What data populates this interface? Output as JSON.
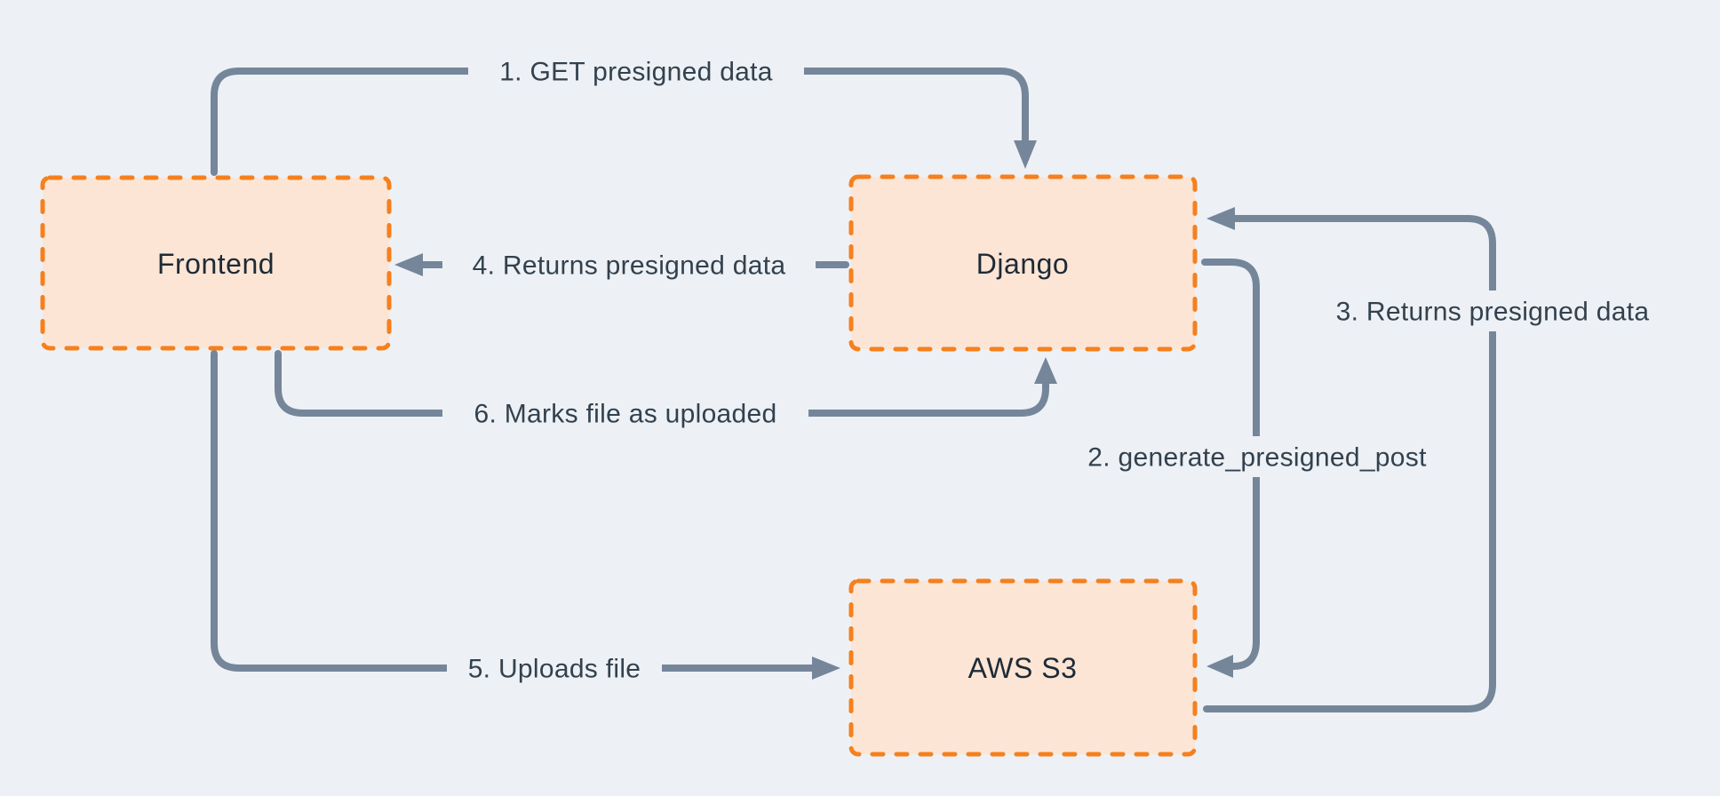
{
  "diagram": {
    "type": "flowchart",
    "nodes": [
      {
        "id": "frontend",
        "label": "Frontend"
      },
      {
        "id": "django",
        "label": "Django"
      },
      {
        "id": "aws_s3",
        "label": "AWS S3"
      }
    ],
    "flows": [
      {
        "step": 1,
        "label": "1. GET presigned data",
        "from": "frontend",
        "to": "django"
      },
      {
        "step": 2,
        "label": "2. generate_presigned_post",
        "from": "django",
        "to": "aws_s3"
      },
      {
        "step": 3,
        "label": "3. Returns presigned data",
        "from": "aws_s3",
        "to": "django"
      },
      {
        "step": 4,
        "label": "4. Returns presigned data",
        "from": "django",
        "to": "frontend"
      },
      {
        "step": 5,
        "label": "5. Uploads file",
        "from": "frontend",
        "to": "aws_s3"
      },
      {
        "step": 6,
        "label": "6. Marks file as  uploaded",
        "from": "frontend",
        "to": "django"
      }
    ],
    "colors": {
      "background": "#edf1f5",
      "node_fill": "#fce5d5",
      "node_border": "#f5801d",
      "arrow": "#75869a",
      "edge_label_text": "#33414e",
      "node_label_text": "#1e2a36"
    }
  }
}
